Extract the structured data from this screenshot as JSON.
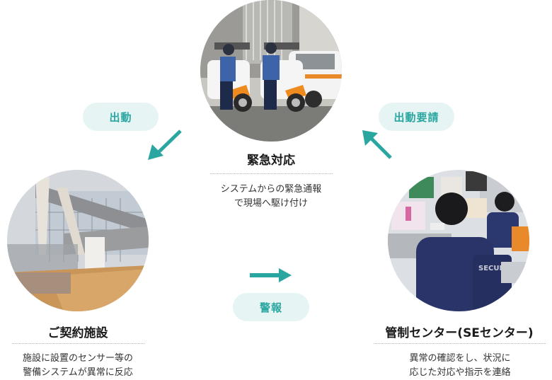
{
  "colors": {
    "accent": "#2aa6a1",
    "pill_bg": "#e6f5f4",
    "title_text": "#1a1a1a",
    "desc_text": "#333333",
    "divider": "#b5b5b5"
  },
  "nodes": {
    "emergency": {
      "title": "緊急対応",
      "desc_lines": [
        "システムからの緊急通報",
        "で現場へ駆け付け"
      ],
      "photo": "security-guards-with-scooters-photo"
    },
    "facility": {
      "title": "ご契約施設",
      "desc_lines": [
        "施設に設置のセンサー等の",
        "警備システムが異常に反応"
      ],
      "photo": "building-atrium-photo"
    },
    "control_center": {
      "title": "管制センター(SEセンター)",
      "desc_lines": [
        "異常の確認をし、状況に",
        "応じた対応や指示を連絡"
      ],
      "photo": "control-room-operators-photo"
    }
  },
  "flows": {
    "dispatch": {
      "label": "出動",
      "direction": "emergency-to-facility"
    },
    "dispatch_request": {
      "label": "出動要請",
      "direction": "control-center-to-emergency"
    },
    "alarm": {
      "label": "警報",
      "direction": "facility-to-control-center"
    }
  }
}
